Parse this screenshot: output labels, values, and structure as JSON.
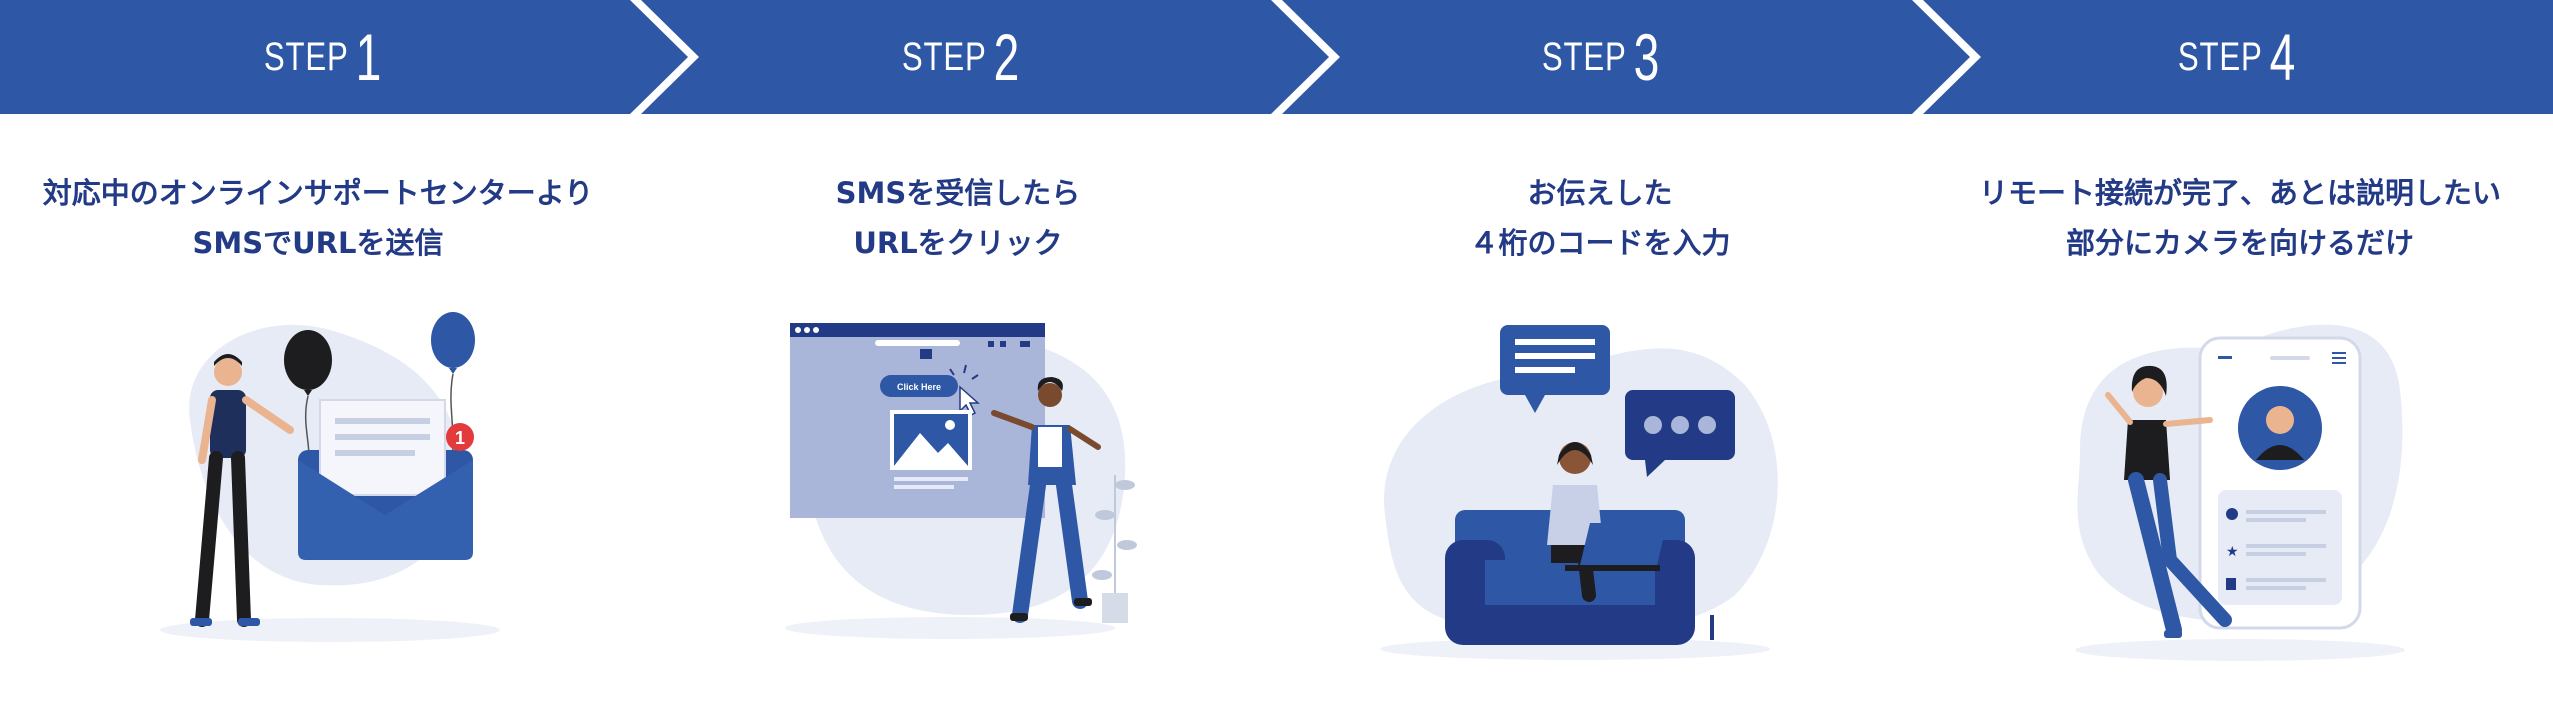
{
  "steps": [
    {
      "word": "STEP",
      "number": "1",
      "caption_lines": [
        "対応中のオンラインサポートセンターより",
        "SMSでURLを送信"
      ]
    },
    {
      "word": "STEP",
      "number": "2",
      "caption_lines": [
        "SMSを受信したら",
        "URLをクリック"
      ]
    },
    {
      "word": "STEP",
      "number": "3",
      "caption_lines": [
        "お伝えした",
        "４桁のコードを入力"
      ]
    },
    {
      "word": "STEP",
      "number": "4",
      "caption_lines": [
        "リモート接続が完了、あとは説明したい",
        "部分にカメラを向けるだけ"
      ]
    }
  ],
  "illustrations": {
    "step1": {
      "badge": "1"
    },
    "step2": {
      "button_text": "Click Here"
    }
  },
  "colors": {
    "banner": "#2e57a5",
    "text": "#233a86",
    "navy": "#1f3a8a",
    "blob": "#e6ebf5"
  },
  "icons": [
    "envelope-icon",
    "balloon-icon",
    "notification-badge-icon",
    "browser-window-icon",
    "cursor-icon",
    "image-icon",
    "chat-bubble-icon",
    "sofa-icon",
    "laptop-icon",
    "smartphone-icon",
    "star-icon",
    "like-icon",
    "plant-icon"
  ]
}
